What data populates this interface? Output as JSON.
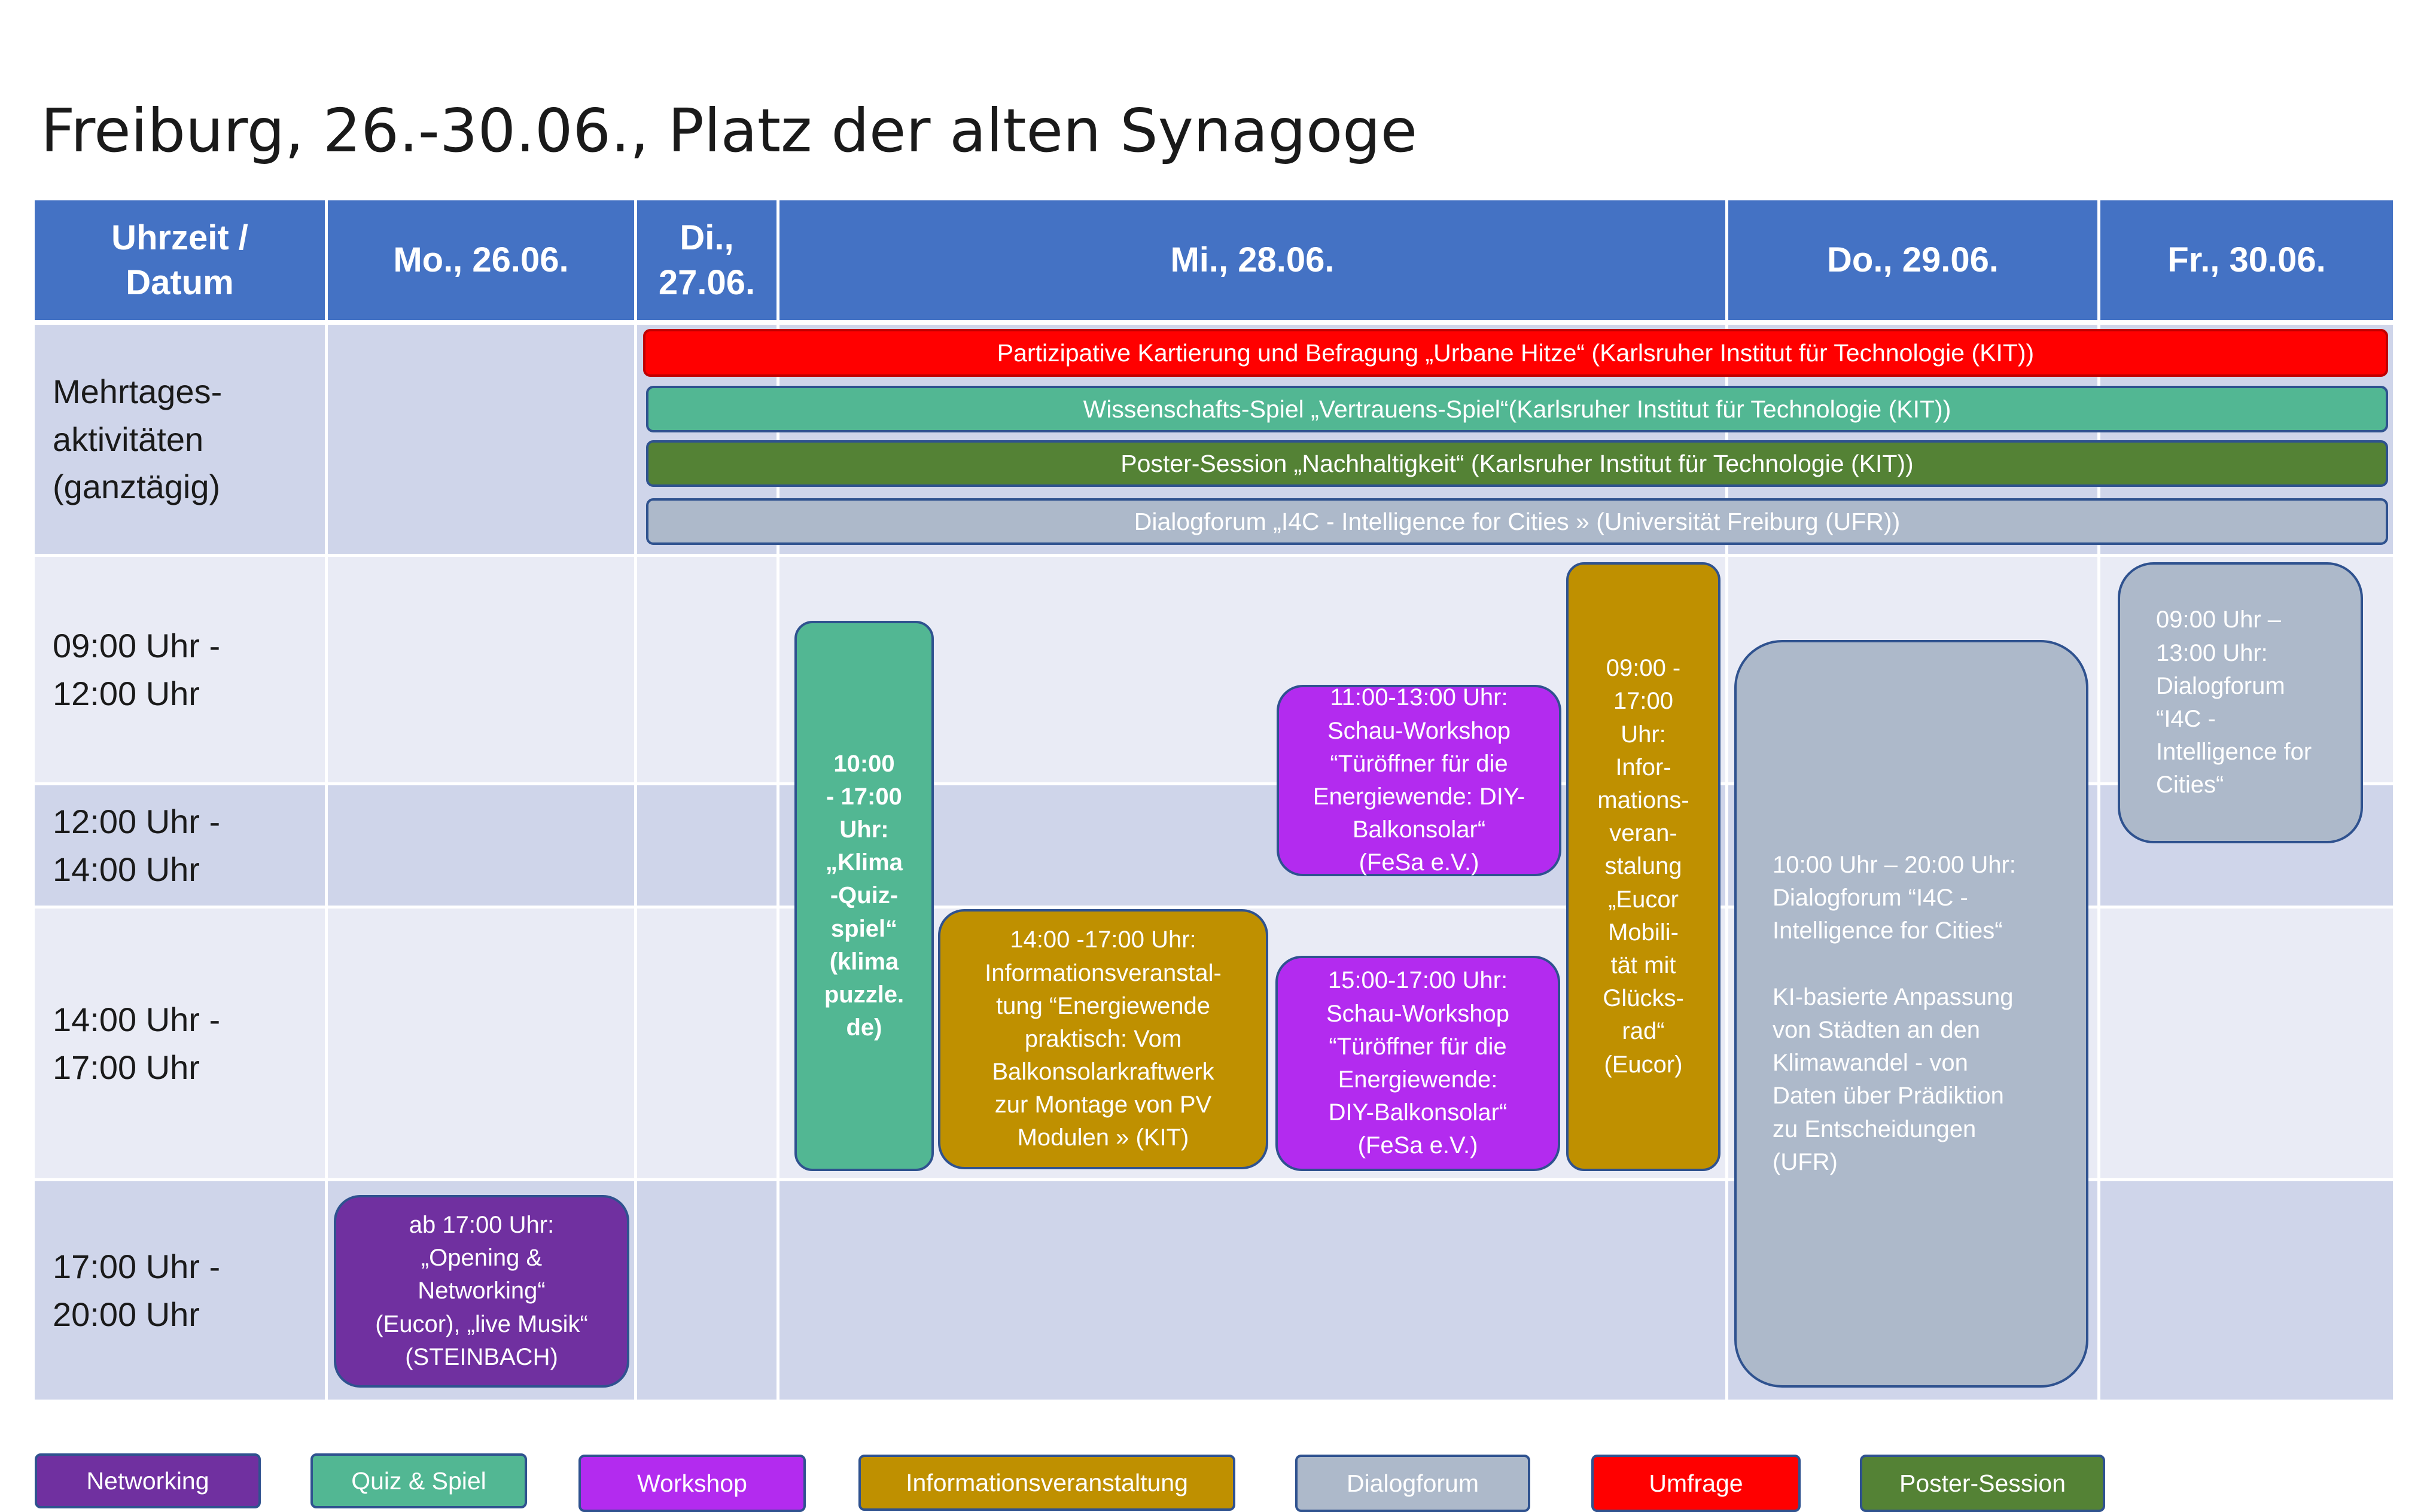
{
  "title": "Freiburg, 26.-30.06., Platz der alten Synagoge",
  "header": {
    "time_date": "Uhrzeit /\nDatum",
    "mo": "Mo., 26.06.",
    "di": "Di.,\n27.06.",
    "mi": "Mi., 28.06.",
    "do": "Do., 29.06.",
    "fr": "Fr., 30.06."
  },
  "rows": {
    "multi": "Mehrtages-\naktivitäten\n(ganztägig)",
    "r1": "09:00 Uhr -\n12:00 Uhr",
    "r2": "12:00 Uhr -\n14:00 Uhr",
    "r3": "14:00 Uhr -\n17:00 Uhr",
    "r4": "17:00 Uhr -\n20:00 Uhr"
  },
  "multiday": {
    "umfrage": "Partizipative Kartierung und Befragung „Urbane Hitze“ (Karlsruher Institut für Technologie (KIT))",
    "spiel": "Wissenschafts-Spiel „Vertrauens-Spiel“(Karlsruher Institut für Technologie (KIT))",
    "poster": "Poster-Session „Nachhaltigkeit“ (Karlsruher Institut für Technologie (KIT))",
    "dialog": "Dialogforum „I4C - Intelligence for Cities » (Universität Freiburg (UFR))"
  },
  "events": {
    "opening": "ab 17:00 Uhr:\n„Opening &\nNetworking“\n(Eucor), „live Musik“\n(STEINBACH)",
    "klima": "10:00\n- 17:00\nUhr:\n„Klima\n-Quiz-\nspiel“\n(klima\npuzzle.\nde)",
    "info_kit": "14:00 -17:00 Uhr:\nInformationsveranstal-\ntung “Energiewende\npraktisch: Vom\nBalkonsolarkraftwerk\nzur Montage von PV\nModulen » (KIT)",
    "schau1": "11:00-13:00 Uhr:\nSchau-Workshop\n“Türöffner für die\nEnergiewende: DIY-\nBalkonsolar“\n(FeSa e.V.)",
    "schau2": "15:00-17:00 Uhr:\nSchau-Workshop\n“Türöffner für die\nEnergiewende:\nDIY-Balkonsolar“\n(FeSa e.V.)",
    "eucor_info": "09:00 -\n17:00\nUhr:\nInfor-\nmations-\nveran-\nstalung\n„Eucor\nMobili-\ntät mit\nGlücks-\nrad“\n(Eucor)",
    "dialog_do": "10:00 Uhr – 20:00 Uhr:\nDialogforum  “I4C -\nIntelligence for Cities“\n\nKI-basierte Anpassung\nvon Städten an den\nKlimawandel - von\nDaten über Prädiktion\nzu Entscheidungen\n (UFR)",
    "dialog_fr": "09:00 Uhr –\n13:00 Uhr:\nDialogforum\n“I4C -\nIntelligence for\nCities“"
  },
  "legend": {
    "networking": "Networking",
    "quiz": "Quiz & Spiel",
    "workshop": "Workshop",
    "info": "Informationsveranstaltung",
    "dialog": "Dialogforum",
    "umfrage": "Umfrage",
    "poster": "Poster-Session"
  },
  "colors": {
    "header_blue": "#4472c4",
    "networking": "#7030a0",
    "quiz": "#52b793",
    "workshop": "#b32bef",
    "info": "#bf9000",
    "dialog": "#adb9ca",
    "umfrage": "#ff0000",
    "poster": "#548235"
  }
}
